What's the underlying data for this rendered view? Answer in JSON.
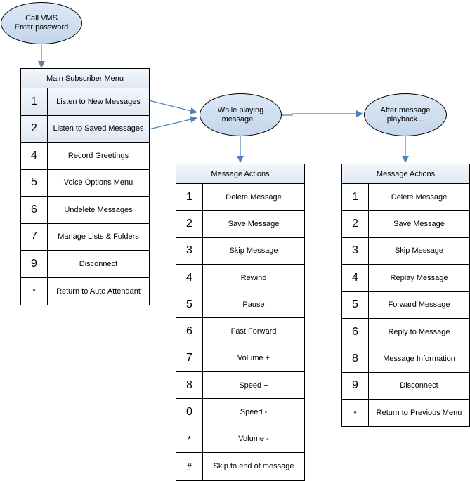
{
  "start_node": {
    "line1": "Call VMS",
    "line2": "Enter password"
  },
  "playing_node": {
    "line1": "While playing",
    "line2": "message..."
  },
  "after_node": {
    "line1": "After message",
    "line2": "playback..."
  },
  "main_menu": {
    "title": "Main Subscriber Menu",
    "items": [
      {
        "key": "1",
        "label": "Listen to New Messages"
      },
      {
        "key": "2",
        "label": "Listen to Saved Messages"
      },
      {
        "key": "4",
        "label": "Record Greetings"
      },
      {
        "key": "5",
        "label": "Voice Options Menu"
      },
      {
        "key": "6",
        "label": "Undelete Messages"
      },
      {
        "key": "7",
        "label": "Manage Lists & Folders"
      },
      {
        "key": "9",
        "label": "Disconnect"
      },
      {
        "key": "*",
        "label": "Return to Auto Attendant"
      }
    ]
  },
  "playing_menu": {
    "title": "Message Actions",
    "items": [
      {
        "key": "1",
        "label": "Delete Message"
      },
      {
        "key": "2",
        "label": "Save Message"
      },
      {
        "key": "3",
        "label": "Skip Message"
      },
      {
        "key": "4",
        "label": "Rewind"
      },
      {
        "key": "5",
        "label": "Pause"
      },
      {
        "key": "6",
        "label": "Fast Forward"
      },
      {
        "key": "7",
        "label": "Volume +"
      },
      {
        "key": "8",
        "label": "Speed +"
      },
      {
        "key": "0",
        "label": "Speed -"
      },
      {
        "key": "*",
        "label": "Volume -"
      },
      {
        "key": "#",
        "label": "Skip to end of message"
      }
    ]
  },
  "after_menu": {
    "title": "Message Actions",
    "items": [
      {
        "key": "1",
        "label": "Delete Message"
      },
      {
        "key": "2",
        "label": "Save Message"
      },
      {
        "key": "3",
        "label": "Skip Message"
      },
      {
        "key": "4",
        "label": "Replay Message"
      },
      {
        "key": "5",
        "label": "Forward Message"
      },
      {
        "key": "6",
        "label": "Reply to Message"
      },
      {
        "key": "8",
        "label": "Message Information"
      },
      {
        "key": "9",
        "label": "Disconnect"
      },
      {
        "key": "*",
        "label": "Return to Previous Menu"
      }
    ]
  },
  "colors": {
    "arrow": "#4f81bd",
    "ellipse_fill": "#c4d6ec",
    "border": "#000000"
  }
}
